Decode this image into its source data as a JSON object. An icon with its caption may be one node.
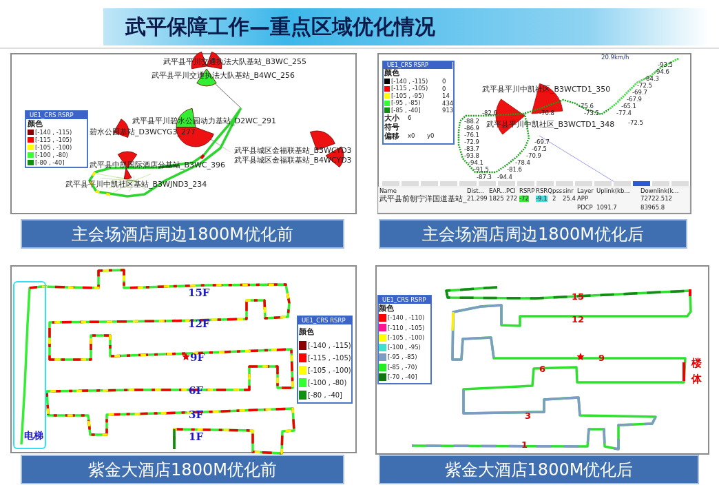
{
  "diagram": {
    "title": "武平保障工作—重点区域优化情况",
    "nodes": [
      {
        "text": [
          "主会场酒店周边1800M优化前"
        ]
      },
      {
        "text": [
          "主会场酒店周边1800M优化后"
        ]
      },
      {
        "text": [
          "电梯"
        ]
      },
      {
        "text": [
          "紫金大酒店1800M优化前"
        ]
      },
      {
        "text": [
          "紫金大酒店1800M优化后"
        ]
      }
    ],
    "labels": [
      "UE1_CRS RSRP",
      "颜色",
      "武平县平川交通执法大队基站_B3WC_255",
      "武平县平川交通执法大队基站_B4WC_256",
      "武平县平川碧水公园动力基站_D2WC_291",
      "碧水公园基站_D3WCYG3_277",
      "武平县中凯国际酒店分基站_B3WC_396",
      "武平县平川中凯社区基站_B3WJND3_234",
      "武平县城区金福联基站_B3WCYD3",
      "武平县城区金福联基站_B4WCYD3",
      "20.9km/h",
      "UE1_CRS RSRP",
      "颜色",
      "0",
      "0",
      "14",
      "434",
      "913",
      "大小",
      "6",
      "符号",
      "偏移",
      "x0",
      "y0",
      "武平县平川中凯社区_B3WCTD1_350",
      "武平县平川中凯社区_B3WCTD1_348",
      "-93.5",
      "-94.6",
      "-84.3",
      "-72.5",
      "-69.7",
      "-67.9",
      "-75.6",
      "-65.1",
      "-82.6",
      "-70.8",
      "-73.5",
      "-77.4",
      "-88.2",
      "-72.5",
      "-86.9",
      "-76.1",
      "-72.9",
      "-69.7",
      "-83.7",
      "-67.5",
      "-93.8",
      "-70.9",
      "-94.1",
      "-78.4",
      "-91.5",
      "-81.6",
      "-87.3",
      "-94.4",
      "Name",
      "Dist...",
      "EAR...",
      "PCI",
      "RSRP",
      "RSRQ",
      "pss",
      "sinr",
      "武平县前朝宁洋国道基站_",
      "21.299",
      "1825",
      "272",
      "-72",
      "-9.1",
      "2",
      "25.4",
      "Layer",
      "Uplink(kb...",
      "Downlink(k...",
      "APP",
      "72722.512",
      "PDCP",
      "1091.7",
      "83965.8",
      "UE1_CRS RSRP",
      "颜色",
      "15F",
      "12F",
      "9F",
      "6F",
      "3F",
      "1F",
      "UE1_CRS RSRP",
      "颜色",
      "15",
      "12",
      "9",
      "6",
      "3",
      "1",
      "楼体"
    ],
    "legend": [
      {
        "text": "[-140 , -115)",
        "color": "#8b0000"
      },
      {
        "text": "[-115 , -105)",
        "color": "#ff0000"
      },
      {
        "text": "[-105 , -100)",
        "color": "#ffff00"
      },
      {
        "text": "[-100 , -80)",
        "color": "#33ff33"
      },
      {
        "text": "[-80 , -40]",
        "color": "#109010"
      },
      {
        "text": "[-140 , -115)",
        "color": "#000000"
      },
      {
        "text": "[-115 , -105)",
        "color": "#ff0000"
      },
      {
        "text": "[-105 , -95)",
        "color": "#ffff00"
      },
      {
        "text": "[-95 , -85)",
        "color": "#33ff33"
      },
      {
        "text": "[-85 , -40]",
        "color": "#109010"
      },
      {
        "text": "[-140 , -115)",
        "color": "#8b0000"
      },
      {
        "text": "[-115 , -105)",
        "color": "#ff0000"
      },
      {
        "text": "[-105 , -100)",
        "color": "#ffff00"
      },
      {
        "text": "[-100 , -80)",
        "color": "#33ff33"
      },
      {
        "text": "[-80 , -40]",
        "color": "#109010"
      },
      {
        "text": "[-140 , -110)",
        "color": "#ff0000"
      },
      {
        "text": "[-110 , -105)",
        "color": "#ff1493"
      },
      {
        "text": "[-105 , -100)",
        "color": "#ffff00"
      },
      {
        "text": "[-100 , -95)",
        "color": "#40e0d0"
      },
      {
        "text": "[-95 , -85)",
        "color": "#7c9cc4"
      },
      {
        "text": "[-85 , -70)",
        "color": "#22ee22"
      },
      {
        "text": "[-70 , -40]",
        "color": "#117711"
      }
    ]
  }
}
